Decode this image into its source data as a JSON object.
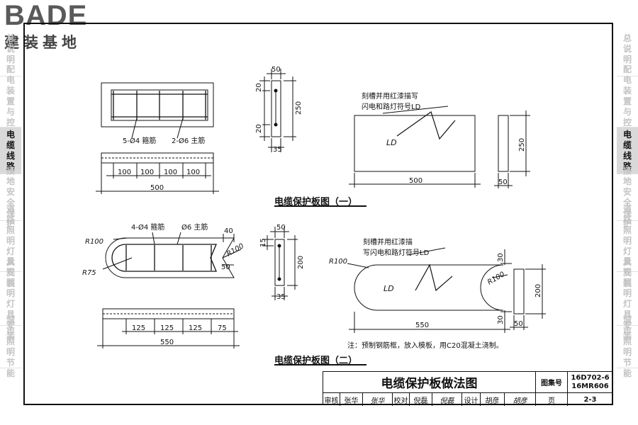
{
  "logo": {
    "main": "BADE",
    "sub": "建装基地"
  },
  "sidebar_left": [
    {
      "label": "总说明",
      "active": false
    },
    {
      "label": "配电装置与控制",
      "active": false
    },
    {
      "label": "电缆线路",
      "active": true
    },
    {
      "label": "接地安全保护",
      "active": false
    },
    {
      "label": "道路照明灯具安装",
      "active": false
    },
    {
      "label": "景观照明灯具安装",
      "active": false
    },
    {
      "label": "城市照明节能",
      "active": false
    }
  ],
  "sidebar_right": [
    {
      "label": "总说明",
      "active": false
    },
    {
      "label": "配电装置与控制",
      "active": false
    },
    {
      "label": "电缆线路",
      "active": true
    },
    {
      "label": "接地安全保护",
      "active": false
    },
    {
      "label": "道路照明灯具安装",
      "active": false
    },
    {
      "label": "景观照明灯具安装",
      "active": false
    },
    {
      "label": "城市照明节能",
      "active": false
    }
  ],
  "fig1": {
    "caption": "电缆保护板图（一）",
    "stirrup_label": "5-Ø4 箍筋",
    "main_bar_label": "2-Ø6 主筋",
    "bottom_dims": [
      "100",
      "100",
      "100",
      "100"
    ],
    "total": "500",
    "section_width": "50",
    "section_dims": [
      "20",
      "20",
      "35"
    ],
    "section_height": "250",
    "engrave_note_1": "刻槽并用红漆描写",
    "engrave_note_2": "闪电和路灯符号LD",
    "symbol": "LD",
    "plate_length": "500",
    "plate_height": "250",
    "plate_thickness": "50"
  },
  "fig2": {
    "caption": "电缆保护板图（二）",
    "stirrup_label": "4-Ø4 箍筋",
    "main_bar_label": "Ø6 主筋",
    "r100": "R100",
    "r75": "R75",
    "dim_40": "40",
    "dim_50": "50",
    "bottom_dims": [
      "125",
      "125",
      "125",
      "75"
    ],
    "total": "550",
    "section_width": "50",
    "section_dims": [
      "15",
      "35"
    ],
    "section_height": "200",
    "engrave_note_1": "刻槽并用红漆描",
    "engrave_note_2": "写闪电和路灯符号LD",
    "symbol": "LD",
    "plate_length": "550",
    "plate_end_dims": [
      "30",
      "30"
    ],
    "plate_height": "200",
    "plate_thickness": "50"
  },
  "note": "注：预制钢筋框，放入模板，用C20混凝土浇制。",
  "title_block": {
    "title": "电缆保护板做法图",
    "atlas_label": "图集号",
    "atlas_no_1": "16D702-6",
    "atlas_no_2": "16MR606",
    "review": "审核",
    "reviewer": "张华",
    "review_sign": "张华",
    "check": "校对",
    "checker": "倪磊",
    "check_sign": "倪磊",
    "design": "设计",
    "designer": "胡彦",
    "design_sign": "胡彦",
    "page_label": "页",
    "page_no": "2-3"
  }
}
